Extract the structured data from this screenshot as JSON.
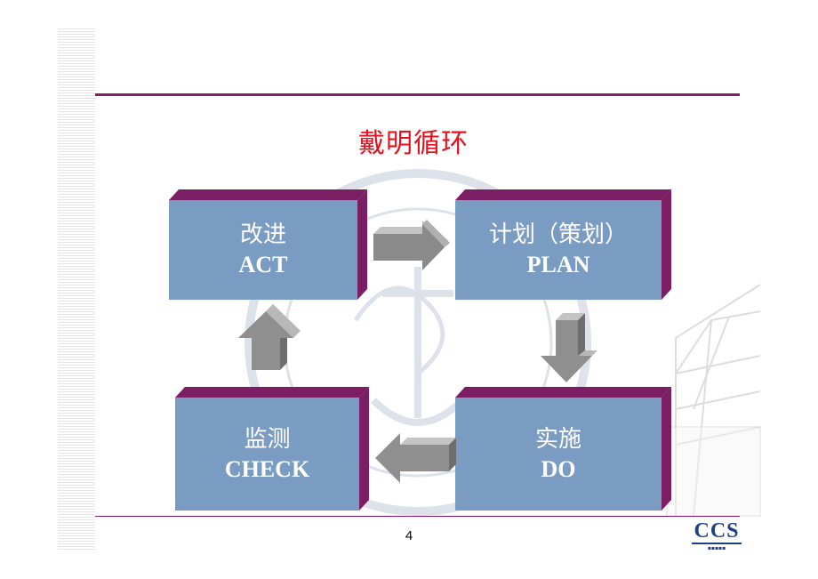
{
  "title": "戴明循环",
  "page_number": "4",
  "logo": {
    "text": "CCS"
  },
  "cycle": {
    "act": {
      "cn": "改进",
      "en": "ACT"
    },
    "plan": {
      "cn": "计划（策划）",
      "en": "PLAN"
    },
    "do": {
      "cn": "实施",
      "en": "DO"
    },
    "check": {
      "cn": "监测",
      "en": "CHECK"
    }
  },
  "colors": {
    "box_face": "#7a9cc3",
    "box_side": "#7b1e63",
    "title": "#e8101c",
    "rule": "#8b1a6b",
    "arrow": "#9c9c9c"
  }
}
